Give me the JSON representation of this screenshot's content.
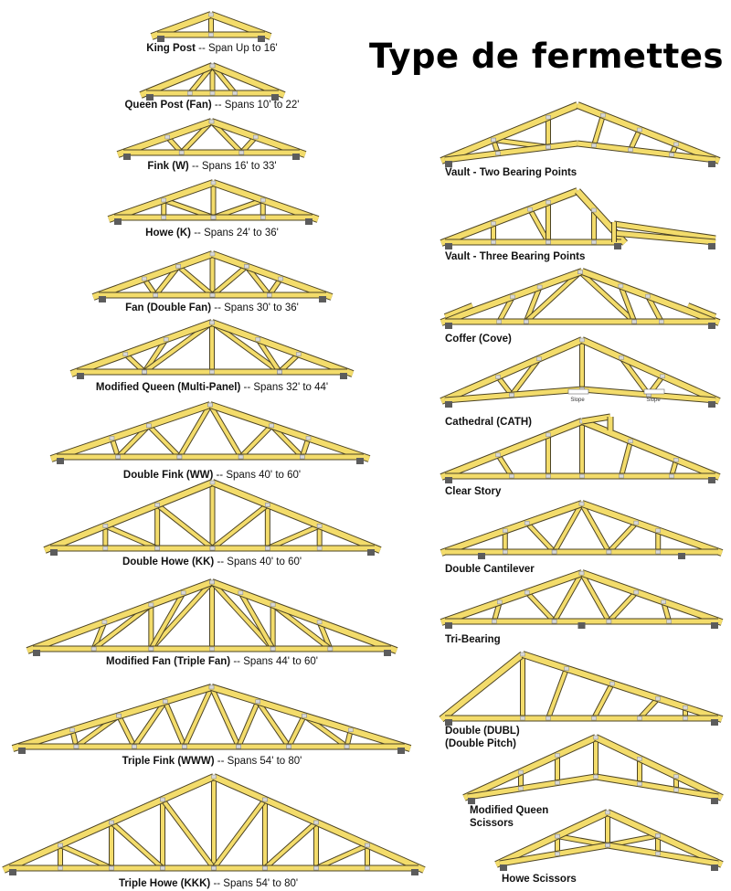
{
  "title": "Type de fermettes",
  "colors": {
    "lumber": "#f3dc6b",
    "outline": "#4d4424",
    "bearing": "#5c5c5c",
    "plate": "#d8d8d8"
  },
  "trusses": [
    {
      "id": "king-post",
      "name": "King Post",
      "span": "-- Span Up to 16'",
      "type": "king"
    },
    {
      "id": "queen-post-fan",
      "name": "Queen Post (Fan)",
      "span": "-- Spans 10' to 22'",
      "type": "queen"
    },
    {
      "id": "fink-w",
      "name": "Fink (W)",
      "span": "-- Spans 16' to 33'",
      "type": "fink"
    },
    {
      "id": "howe-k",
      "name": "Howe (K)",
      "span": "-- Spans 24' to 36'",
      "type": "howe"
    },
    {
      "id": "fan-double-fan",
      "name": "Fan (Double Fan)",
      "span": "-- Spans 30' to 36'",
      "type": "fan"
    },
    {
      "id": "modified-queen-multi-panel",
      "name": "Modified Queen (Multi-Panel)",
      "span": "-- Spans 32' to 44'",
      "type": "modqueen"
    },
    {
      "id": "double-fink-ww",
      "name": "Double Fink (WW)",
      "span": "-- Spans 40' to 60'",
      "type": "dfink"
    },
    {
      "id": "double-howe-kk",
      "name": "Double Howe (KK)",
      "span": "-- Spans 40' to 60'",
      "type": "dhowe"
    },
    {
      "id": "modified-fan-triple-fan",
      "name": "Modified Fan (Triple Fan)",
      "span": "-- Spans 44' to 60'",
      "type": "modfan"
    },
    {
      "id": "triple-fink-www",
      "name": "Triple Fink (WWW)",
      "span": "-- Spans 54' to 80'",
      "type": "tfink"
    },
    {
      "id": "triple-howe-kkk",
      "name": "Triple Howe (KKK)",
      "span": "-- Spans 54' to 80'",
      "type": "thowe"
    },
    {
      "id": "vault-two-bearing-points",
      "name": "Vault - Two Bearing Points",
      "span": "",
      "type": "vault2"
    },
    {
      "id": "vault-three-bearing-points",
      "name": "Vault - Three Bearing Points",
      "span": "",
      "type": "vault3"
    },
    {
      "id": "coffer-cove",
      "name": "Coffer (Cove)",
      "span": "",
      "type": "coffer"
    },
    {
      "id": "cathedral-cath",
      "name": "Cathedral (CATH)",
      "span": "",
      "type": "cath",
      "slope_label": "Slope"
    },
    {
      "id": "clear-story",
      "name": "Clear Story",
      "span": "",
      "type": "clear"
    },
    {
      "id": "double-cantilever",
      "name": "Double Cantilever",
      "span": "",
      "type": "dcant"
    },
    {
      "id": "tri-bearing",
      "name": "Tri-Bearing",
      "span": "",
      "type": "tribear"
    },
    {
      "id": "double-dubl-double-pitch",
      "name": "Double (DUBL)",
      "name2": "(Double Pitch)",
      "span": "",
      "type": "dubl"
    },
    {
      "id": "modified-queen-scissors",
      "name": "Modified Queen",
      "name2": "Scissors",
      "span": "",
      "type": "mqscis"
    },
    {
      "id": "howe-scissors",
      "name": "Howe Scissors",
      "span": "",
      "type": "howescis"
    }
  ]
}
